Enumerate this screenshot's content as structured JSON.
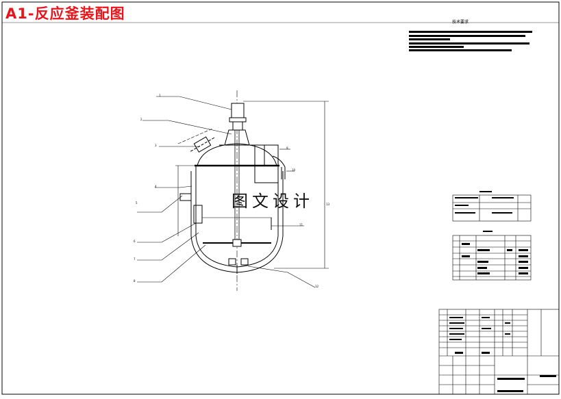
{
  "title": "A1-反应釜装配图",
  "watermark": "图文设计",
  "technical_requirements": {
    "heading": "技术要求"
  },
  "leader_labels": [
    "1",
    "2",
    "3",
    "4",
    "5",
    "6",
    "7",
    "8",
    "9",
    "10",
    "11",
    "12",
    "13"
  ],
  "colors": {
    "title_red": "#e8151b",
    "line": "#000000",
    "background": "#ffffff"
  }
}
